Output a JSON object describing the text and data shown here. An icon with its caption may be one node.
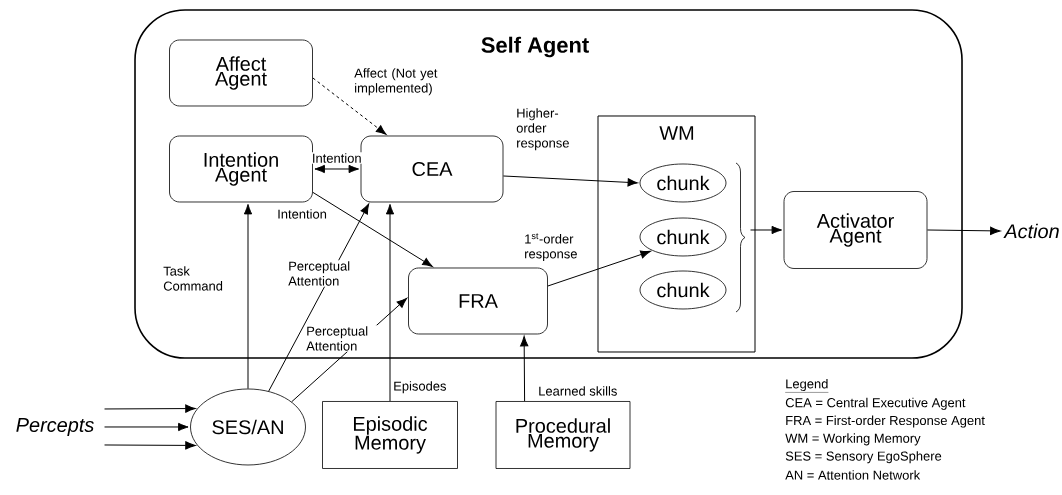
{
  "diagram": {
    "nodes": [
      {
        "text": [
          "Self Agent"
        ]
      },
      {
        "text": [
          "Affect Agent"
        ],
        "in": 0
      },
      {
        "text": [
          "Intention Agent"
        ],
        "in": 0
      },
      {
        "text": [
          "CEA"
        ],
        "in": 0
      },
      {
        "text": [
          "FRA"
        ],
        "in": 0
      },
      {
        "text": [
          "WM"
        ],
        "in": 0
      },
      {
        "text": [
          "chunk"
        ],
        "in": 5
      },
      {
        "text": [
          "chunk"
        ],
        "in": 5
      },
      {
        "text": [
          "chunk"
        ],
        "in": 5
      },
      {
        "text": [
          "Activator Agent"
        ],
        "in": 0
      },
      {
        "text": [
          "Action"
        ]
      },
      {
        "text": [
          "Percepts"
        ]
      },
      {
        "text": [
          "SES/AN"
        ]
      },
      {
        "text": [
          "Episodic Memory"
        ]
      },
      {
        "text": [
          "Procedural Memory"
        ]
      }
    ],
    "edges": [
      {
        "from": 1,
        "to": 3,
        "arrow": "to",
        "style": "dashed",
        "label": "Affect (Not yet implemented)"
      },
      {
        "from": 2,
        "to": 3,
        "arrow": "both",
        "label": "Intention"
      },
      {
        "from": 2,
        "to": 4,
        "arrow": "to",
        "label": "Intention"
      },
      {
        "from": 3,
        "to": 6,
        "arrow": "to",
        "label": "Higher-order response"
      },
      {
        "from": 4,
        "to": 7,
        "arrow": "to",
        "label": "1$^{st}$-order response"
      },
      {
        "from": 5,
        "to": 9,
        "arrow": "to"
      },
      {
        "from": 9,
        "to": 10,
        "arrow": "to"
      },
      {
        "from": 11,
        "to": 12,
        "arrow": "to"
      },
      {
        "from": 11,
        "to": 12,
        "arrow": "to"
      },
      {
        "from": 11,
        "to": 12,
        "arrow": "to"
      },
      {
        "from": 12,
        "to": 2,
        "arrow": "to",
        "label": "Task Command"
      },
      {
        "from": 12,
        "to": 3,
        "arrow": "to",
        "label": "Perceptual Attention"
      },
      {
        "from": 12,
        "to": 4,
        "arrow": "to",
        "label": "Perceptual Attention"
      },
      {
        "from": 13,
        "to": 3,
        "arrow": "to",
        "label": "Episodes"
      },
      {
        "from": 14,
        "to": 4,
        "arrow": "to",
        "label": "Learned skills"
      }
    ],
    "labels": [
      "Legend",
      "CEA = Central Executive Agent",
      "FRA = First-order Response Agent",
      "WM = Working Memory",
      "SES = Sensory EgoSphere",
      "AN = Attention Network"
    ]
  }
}
